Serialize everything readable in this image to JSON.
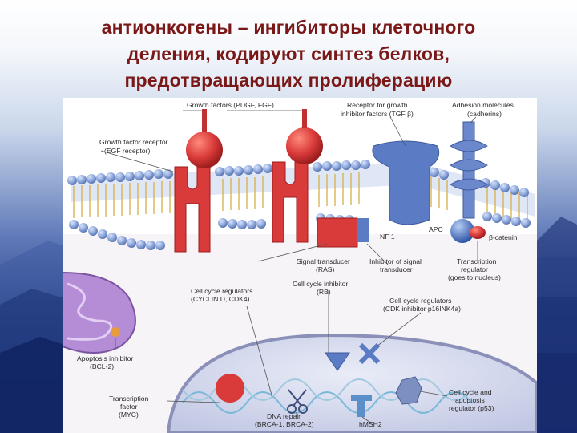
{
  "title": {
    "line1": "антионкогены – ингибиторы клеточного",
    "line2": "деления, кодируют синтез белков,",
    "line3": "предотвращающих  пролиферацию"
  },
  "labels": {
    "growth_factors": "Growth factors (PDGF, FGF)",
    "gf_receptor_1": "Growth factor receptor",
    "gf_receptor_2": "(EGF receptor)",
    "inhib_receptor_1": "Receptor for growth",
    "inhib_receptor_2": "inhibitor factors (TGF β)",
    "adhesion_1": "Adhesion molecules",
    "adhesion_2": "(cadherins)",
    "nf1": "NF 1",
    "apc": "APC",
    "beta_catenin": "β-catenin",
    "signal_transducer_1": "Signal transducer",
    "signal_transducer_2": "(RAS)",
    "inhib_signal_1": "Inhibitor of signal",
    "inhib_signal_2": "transducer",
    "transcription_reg_1": "Transcription",
    "transcription_reg_2": "regulator",
    "transcription_reg_3": "(goes to nucleus)",
    "cell_cycle_inhib_1": "Cell cycle inhibitor",
    "cell_cycle_inhib_2": "(RB)",
    "ccr_left_1": "Cell cycle regulators",
    "ccr_left_2": "(CYCLIN D, CDK4)",
    "ccr_right_1": "Cell cycle regulators",
    "ccr_right_2": "(CDK inhibitor p16INK4a)",
    "apoptosis_inhib_1": "Apoptosis inhibitor",
    "apoptosis_inhib_2": "(BCL-2)",
    "transcription_factor_1": "Transcription",
    "transcription_factor_2": "factor",
    "transcription_factor_3": "(MYC)",
    "dna_repair_1": "DNA repair",
    "dna_repair_2": "(BRCA-1, BRCA-2)",
    "hmsh2": "hMSH2",
    "p53_1": "Cell cycle and",
    "p53_2": "apoptosis",
    "p53_3": "regulator (p53)"
  },
  "colors": {
    "title": "#7a1717",
    "growth_factor": "#d93a3a",
    "inhibitor_receptor": "#5b7cc4",
    "membrane_head": "#8ea8dc",
    "mitochondrion": "#b58cd6",
    "nucleus": "#c9cfe8",
    "dna": "#7ab8d8"
  }
}
